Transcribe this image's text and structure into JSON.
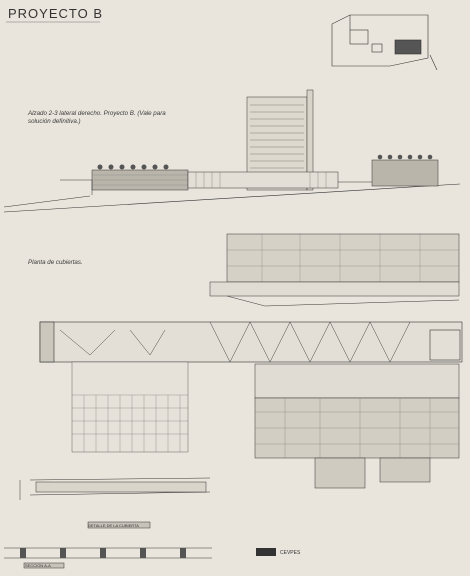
{
  "page": {
    "title": "PROYECTO B",
    "elevation_caption": "Alzado 2-3 lateral derecho. Proyecto B. (Vale para solución definitiva.)",
    "roof_plan_caption": "Planta de cubiertas.",
    "detail_caption": "DETALLE DE LA CUBIERTA",
    "section_caption": "SECCION A-A",
    "legend_label": "CEVPES"
  },
  "colors": {
    "paper": "#e9e5dc",
    "ink": "#2a2a2a",
    "hatch": "#6b6b6b"
  }
}
